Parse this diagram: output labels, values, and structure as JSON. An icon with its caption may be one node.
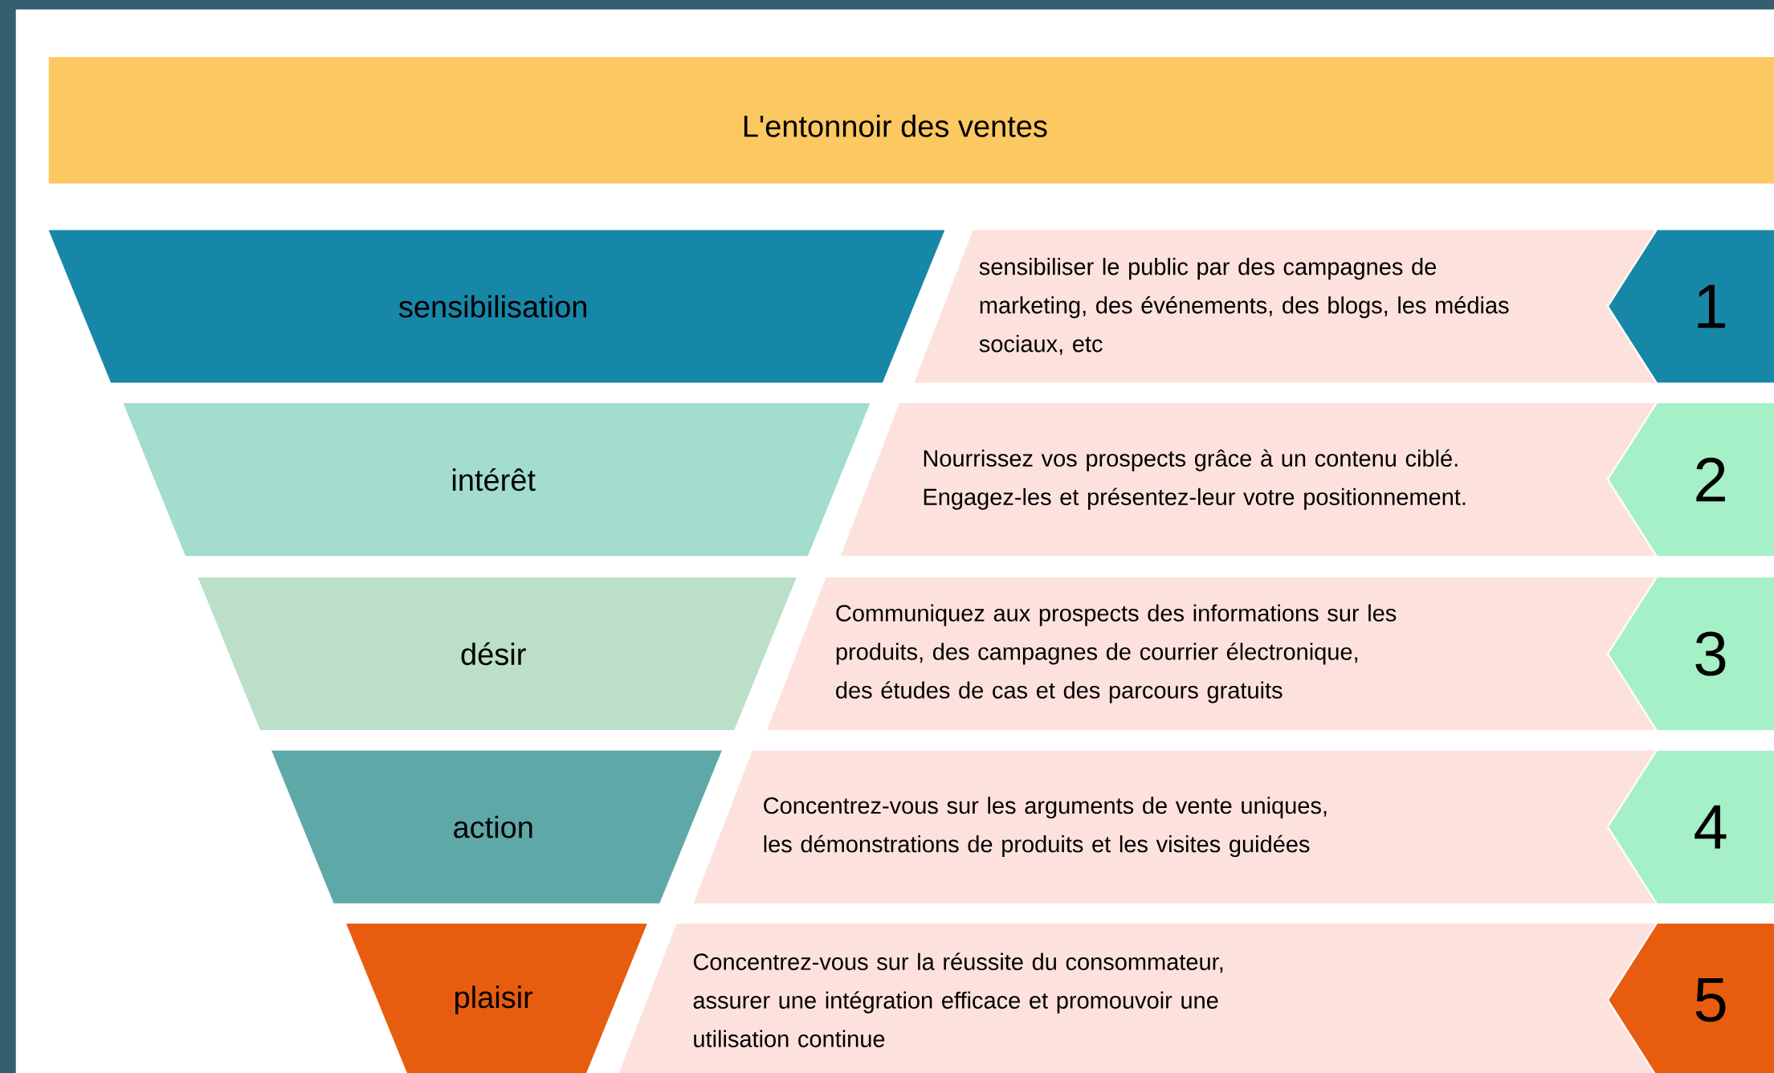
{
  "diagram": {
    "title": "L'entonnoir des ventes",
    "nodes": [
      {
        "text": [
          "sensibilisation"
        ]
      },
      {
        "text": [
          "sensibiliser le public par des campagnes de marketing, des événements, des blogs, les médias sociaux, etc"
        ]
      },
      {
        "text": [
          "1"
        ]
      },
      {
        "text": [
          "intérêt"
        ]
      },
      {
        "text": [
          "Nourrissez vos prospects grâce à un contenu ciblé. Engagez-les et présentez-leur votre positionnement."
        ]
      },
      {
        "text": [
          "2"
        ]
      },
      {
        "text": [
          "désir"
        ]
      },
      {
        "text": [
          "Communiquez aux prospects des informations sur les produits, des campagnes de courrier électronique, des études de cas et des parcours gratuits"
        ]
      },
      {
        "text": [
          "3"
        ]
      },
      {
        "text": [
          "action"
        ]
      },
      {
        "text": [
          "Concentrez-vous sur les arguments de vente uniques, les démonstrations de produits et les visites guidées"
        ]
      },
      {
        "text": [
          "4"
        ]
      },
      {
        "text": [
          "plaisir"
        ]
      },
      {
        "text": [
          "Concentrez-vous sur la réussite du consommateur, assurer une intégration efficace et promouvoir une utilisation continue"
        ]
      },
      {
        "text": [
          "5"
        ]
      }
    ]
  }
}
